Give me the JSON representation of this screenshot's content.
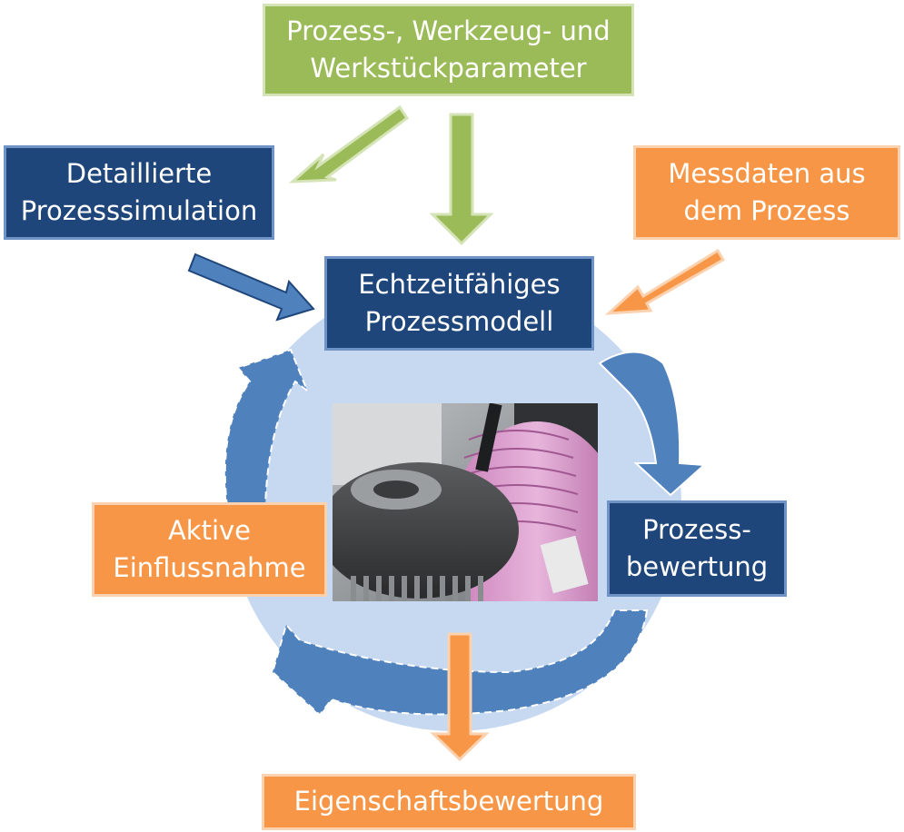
{
  "boxes": {
    "parameters": "Prozess-, Werkzeug- und\nWerkstückparameter",
    "simulation": "Detaillierte\nProzesssimulation",
    "messdaten": "Messdaten aus\ndem Prozess",
    "prozessmodell": "Echtzeitfähiges\nProzessmodell",
    "bewertung": "Prozess-\nbewertung",
    "einflussnahme": "Aktive\nEinflussnahme",
    "eigenschaften": "Eigenschaftsbewertung"
  },
  "photo": {
    "icon": "gear-grinding-photo"
  },
  "colors": {
    "green": "#9bbb59",
    "navy": "#1f467a",
    "orange": "#f79646",
    "cycle_blue": "#4f81bd",
    "circle_bg": "#c6d9f1"
  }
}
